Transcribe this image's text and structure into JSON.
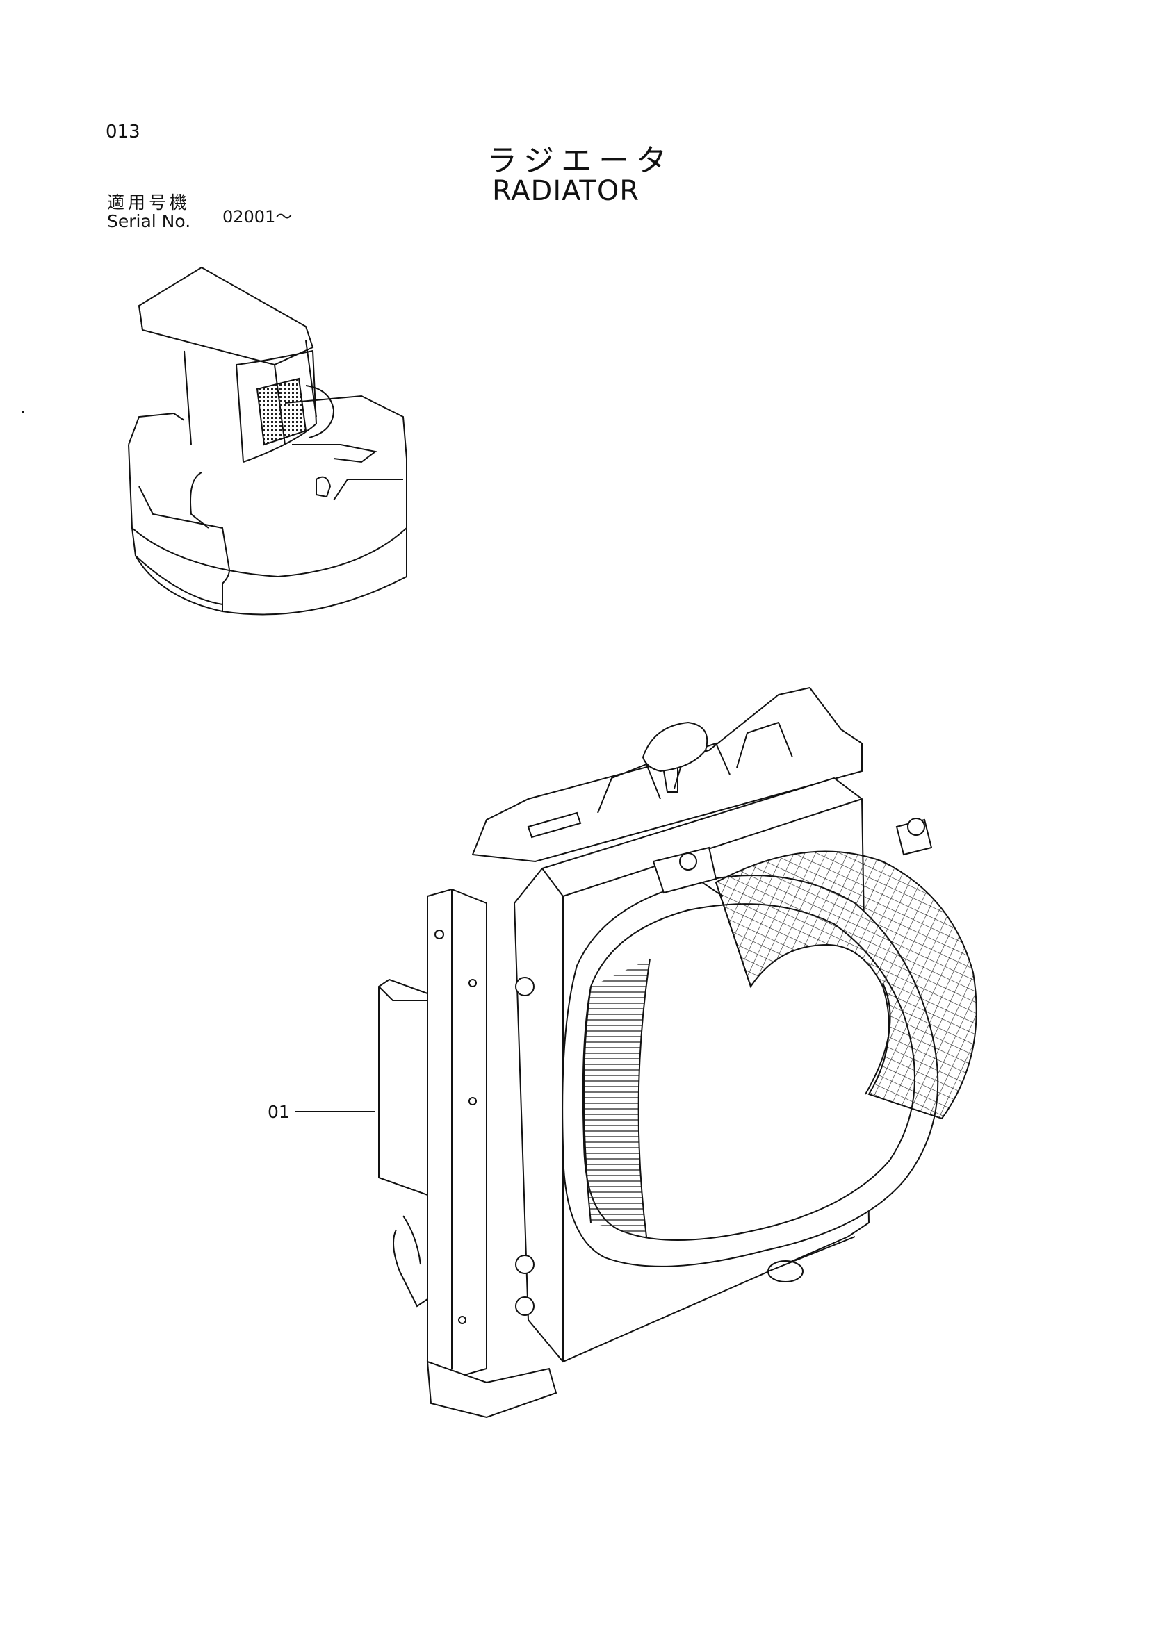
{
  "page_number": "013",
  "title_jp": "ラジエータ",
  "title_en": "RADIATOR",
  "serial_label_jp": "適用号機",
  "serial_label_en": "Serial No.",
  "serial_value": "02001～",
  "callouts": [
    {
      "id": "01",
      "label": "01"
    }
  ]
}
